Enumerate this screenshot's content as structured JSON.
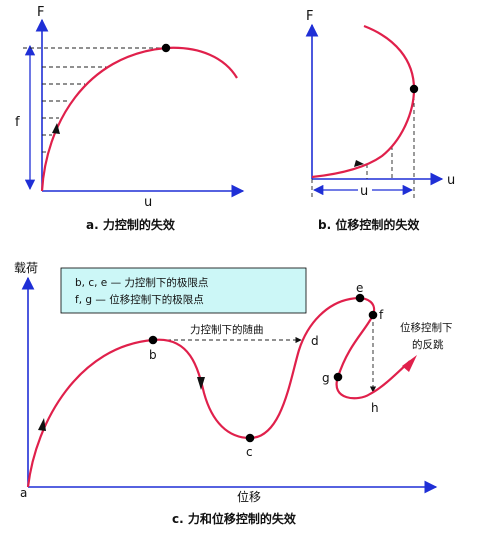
{
  "panel_a": {
    "axis_y": "F",
    "axis_x": "u",
    "side_label": "f",
    "caption": "a. 力控制的失效"
  },
  "panel_b": {
    "axis_y": "F",
    "axis_x": "u",
    "bottom_label": "u",
    "caption": "b. 位移控制的失效"
  },
  "panel_c": {
    "axis_y": "载荷",
    "axis_x": "位移",
    "caption": "c. 力和位移控制的失效",
    "legend": {
      "line1": "b, c, e — 力控制下的极限点",
      "line2": "f, g — 位移控制下的极限点"
    },
    "annotation_force_path": "力控制下的随曲",
    "annotation_snap_line1": "位移控制下",
    "annotation_snap_line2": "的反跳",
    "points": {
      "a": "a",
      "b": "b",
      "c": "c",
      "d": "d",
      "e": "e",
      "f": "f",
      "g": "g",
      "h": "h"
    }
  },
  "colors": {
    "axis": "#1f2fd6",
    "curve": "#e0204b",
    "legend_bg": "#ccf7f7"
  }
}
